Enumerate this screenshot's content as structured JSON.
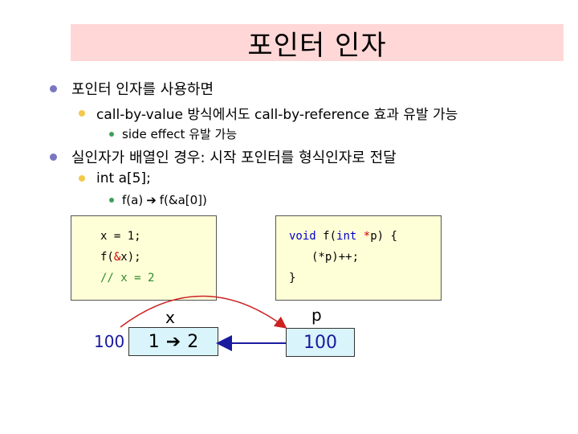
{
  "title": "포인터 인자",
  "bullets": {
    "b1": "포인터 인자를 사용하면",
    "b1_1": "call-by-value 방식에서도 call-by-reference 효과 유발 가능",
    "b1_1_1": "side effect 유발 가능",
    "b2": "실인자가 배열인 경우: 시작 포인터를 형식인자로 전달",
    "b2_1": "int a[5];",
    "b2_1_1_left": "f(a)",
    "b2_1_1_right": "f(&a[0])"
  },
  "left_code": {
    "line1": "x = 1;",
    "line2_pre": "f(",
    "line2_amp": "&",
    "line2_post": "x);",
    "line3": "// x = 2"
  },
  "right_code": {
    "line1_kw": "void",
    "line1_mid": " f(",
    "line1_kw2": "int",
    "line1_space": " ",
    "line1_star": "*",
    "line1_post": "p) {",
    "line2": "(*p)++;",
    "line3": "}"
  },
  "diagram": {
    "x_label": "x",
    "x_address": "100",
    "x_value_from": "1",
    "x_value_to": "2",
    "p_label": "p",
    "p_value": "100"
  },
  "colors": {
    "title_bg": "#ffd7d7",
    "code_bg": "#ffffd7",
    "var_bg": "#d9f4fa",
    "curve_arrow": "#cc2222",
    "pointer_arrow": "#1a1aa0"
  }
}
